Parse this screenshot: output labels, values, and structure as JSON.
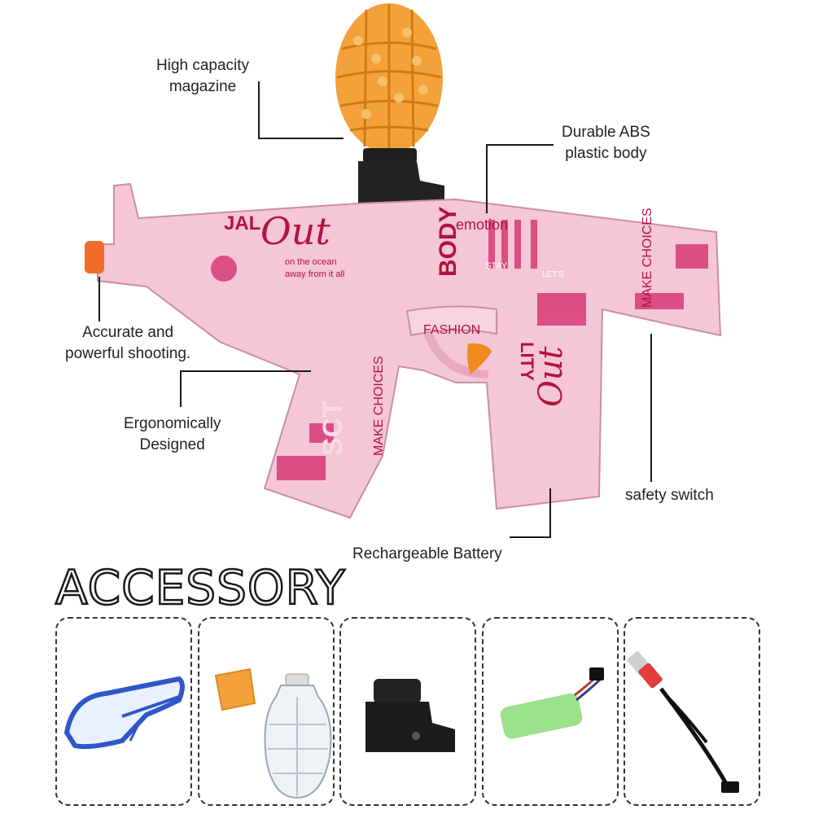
{
  "callouts": {
    "magazine": "High capacity\nmagazine",
    "body": "Durable ABS\nplastic body",
    "shooting": "Accurate and\npowerful shooting.",
    "ergonomic": "Ergonomically\nDesigned",
    "safety": "safety switch",
    "battery": "Rechargeable Battery"
  },
  "gun_print": {
    "words": [
      "Out",
      "FASHION",
      "BODY",
      "emotion",
      "MAKE CHOICES",
      "LITY",
      "SCT",
      "on the ocean",
      "away from it all",
      "JAL",
      "STAY",
      "LET'S"
    ]
  },
  "accessory": {
    "title": "ACCESSORY",
    "items": [
      {
        "name": "safety-goggles"
      },
      {
        "name": "gel-beads-and-bottle"
      },
      {
        "name": "magazine-adapter"
      },
      {
        "name": "battery-pack"
      },
      {
        "name": "usb-charging-cable"
      }
    ]
  },
  "colors": {
    "gun_pink": "#f4c6d6",
    "print_magenta": "#d63a76",
    "hopper_orange": "#f3a23b",
    "goggle_blue": "#2f56c9",
    "battery_green": "#9be08a",
    "trigger_orange": "#f08a1e"
  }
}
